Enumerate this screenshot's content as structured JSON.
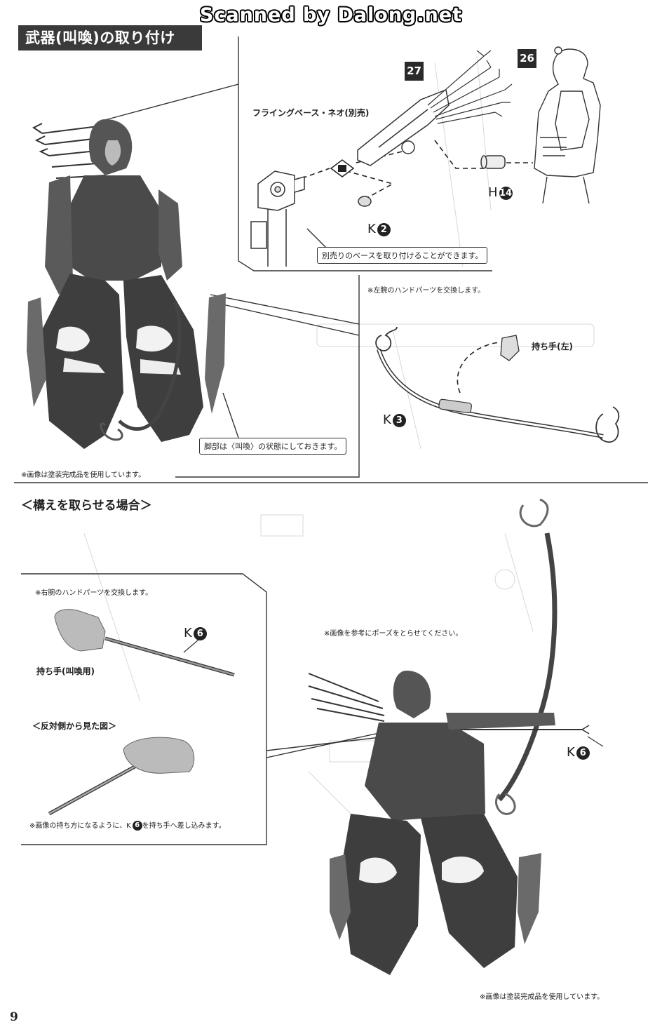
{
  "watermark": "Scanned by Dalong.net",
  "section_title": "武器(叫喚)の取り付け",
  "assembly": {
    "flying_base_label": "フライングベース・ネオ(別売)",
    "step_27": "27",
    "step_26": "26",
    "part_h_letter": "H",
    "part_h_number": "14",
    "part_k2_letter": "K",
    "part_k2_number": "2",
    "base_note": "別売りのベースを取り付けることができます。"
  },
  "hand_swap": {
    "left_arm_note": "※左腕のハンドパーツを交換します。",
    "grip_hand_label": "持ち手(左)",
    "part_k3_letter": "K",
    "part_k3_number": "3"
  },
  "figure_top": {
    "leg_note": "脚部は〈叫喚〉の状態にしておきます。",
    "painted_note": "※画像は塗装完成品を使用しています。"
  },
  "pose": {
    "heading": "＜構えを取らせる場合＞",
    "right_arm_note": "※右腕のハンドパーツを交換します。",
    "part_k6_letter": "K",
    "part_k6_number": "6",
    "grip_hand_label": "持ち手(叫喚用)",
    "opposite_view": "＜反対側から見た図＞",
    "insert_note_prefix": "※画像の持ち方になるように、K",
    "insert_note_number": "6",
    "insert_note_suffix": "を持ち手へ差し込みます。",
    "reference_note": "※画像を参考にポーズをとらせてください。",
    "painted_note": "※画像は塗装完成品を使用しています。"
  },
  "page_number": "9"
}
